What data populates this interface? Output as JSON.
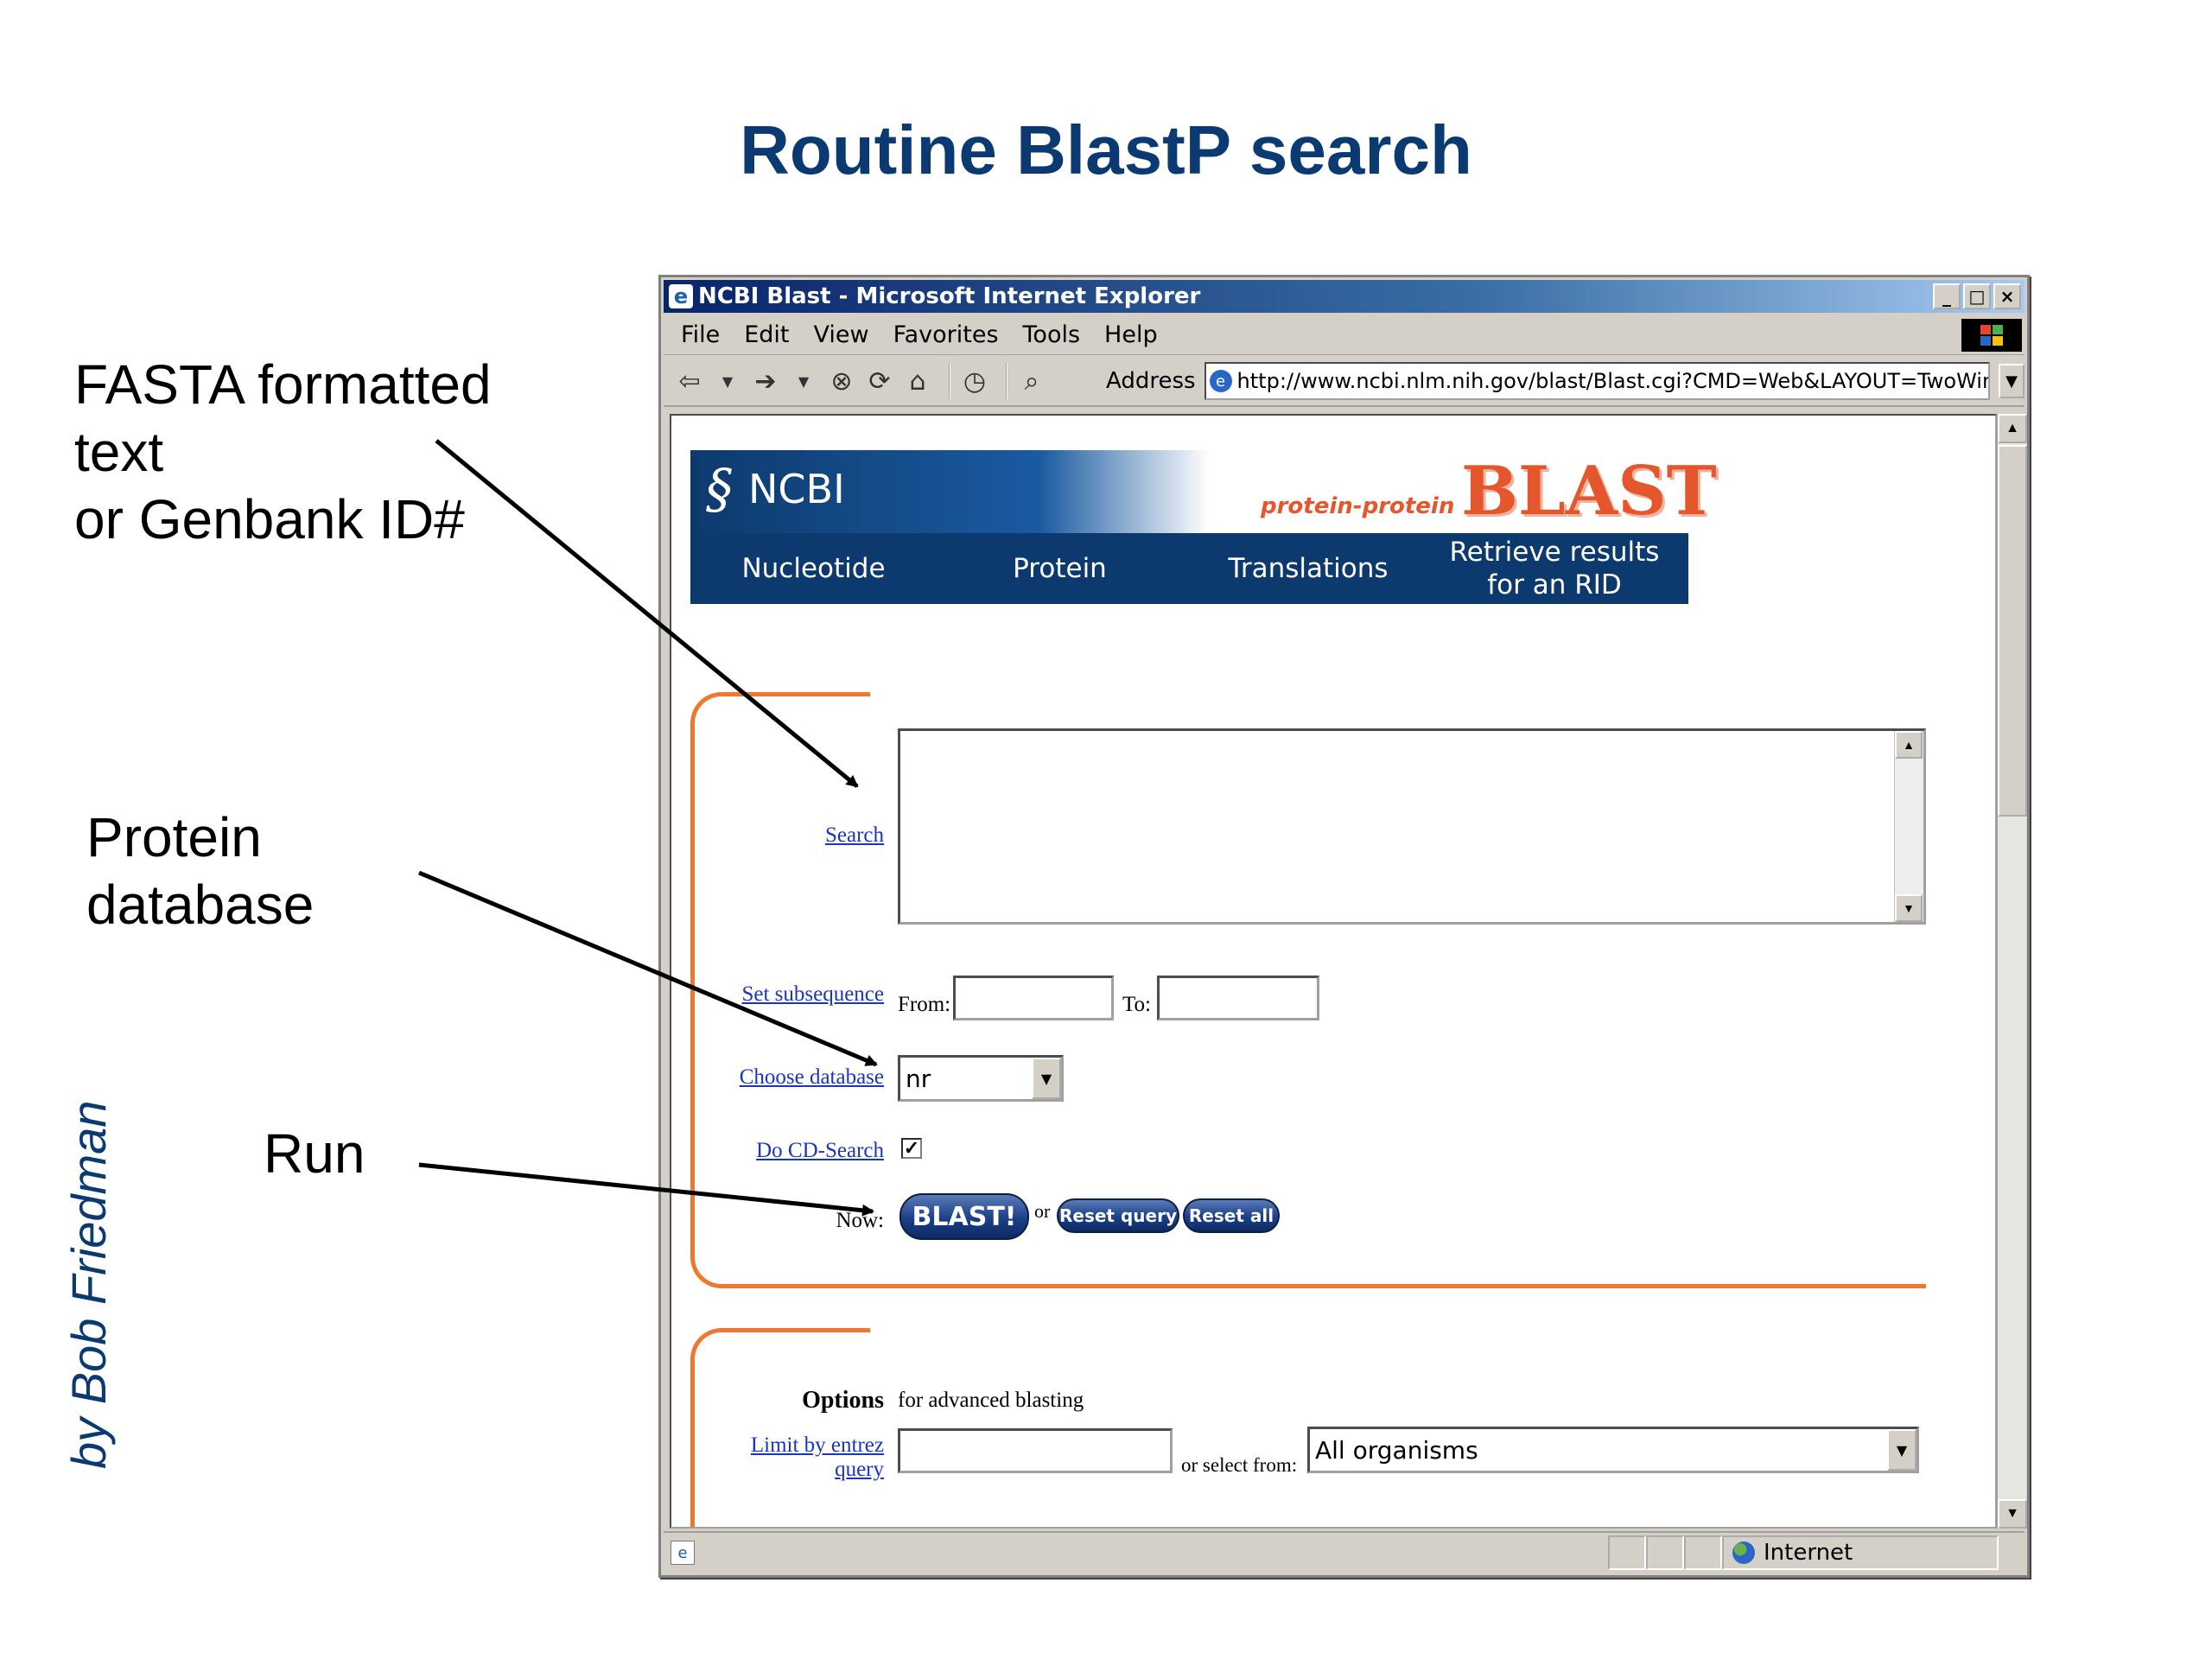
{
  "slide": {
    "title": "Routine BlastP search",
    "author": "by Bob Friedman",
    "callouts": {
      "fasta": [
        "FASTA formatted",
        "text",
        "or Genbank ID#"
      ],
      "database": [
        "Protein",
        "database"
      ],
      "run": [
        "Run"
      ]
    }
  },
  "browser": {
    "title": "NCBI Blast - Microsoft Internet Explorer",
    "window_buttons": [
      "_",
      "□",
      "×"
    ],
    "menu": [
      "File",
      "Edit",
      "View",
      "Favorites",
      "Tools",
      "Help"
    ],
    "address_label": "Address",
    "address_url": "http://www.ncbi.nlm.nih.gov/blast/Blast.cgi?CMD=Web&LAYOUT=TwoWin",
    "status_zone": "Internet"
  },
  "ncbi": {
    "logo_text": "NCBI",
    "product_prefix": "protein-protein",
    "product_name": "BLAST",
    "nav": [
      {
        "label": "Nucleotide"
      },
      {
        "label": "Protein"
      },
      {
        "label": "Translations"
      },
      {
        "label": "Retrieve results for an RID"
      }
    ]
  },
  "form": {
    "search_label": "Search",
    "search_value": "",
    "subsequence_label": "Set subsequence",
    "from_label": "From:",
    "from_value": "",
    "to_label": "To:",
    "to_value": "",
    "database_label": "Choose database",
    "database_selected": "nr",
    "cd_search_label": "Do CD-Search",
    "cd_search_checked": true,
    "now_label": "Now:",
    "blast_button": "BLAST!",
    "or_text": "or",
    "reset_query_button": "Reset query",
    "reset_all_button": "Reset all",
    "options_label": "Options",
    "options_note": "for advanced blasting",
    "limit_label_line1": "Limit by entrez",
    "limit_label_line2": "query",
    "limit_value": "",
    "select_from_label": "or select from:",
    "organism_selected": "All organisms"
  }
}
